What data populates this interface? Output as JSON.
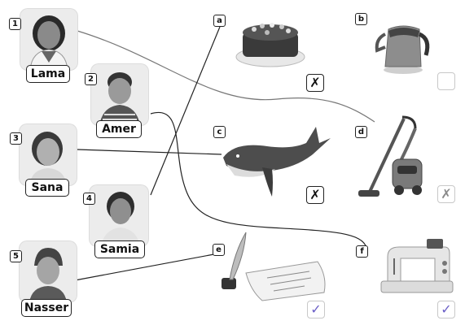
{
  "people": [
    {
      "number": "1",
      "name": "Lama"
    },
    {
      "number": "2",
      "name": "Amer"
    },
    {
      "number": "3",
      "name": "Sana"
    },
    {
      "number": "4",
      "name": "Samia"
    },
    {
      "number": "5",
      "name": "Nasser"
    }
  ],
  "pictures": [
    {
      "letter": "a",
      "object": "cake",
      "mark": "✗"
    },
    {
      "letter": "b",
      "object": "kettle",
      "mark": ""
    },
    {
      "letter": "c",
      "object": "whale",
      "mark": "✗"
    },
    {
      "letter": "d",
      "object": "vacuum-cleaner",
      "mark": "✗"
    },
    {
      "letter": "e",
      "object": "quill-and-letter",
      "mark": "✓"
    },
    {
      "letter": "f",
      "object": "sewing-machine",
      "mark": "✓"
    }
  ],
  "colors": {
    "tick": "#6b5fc7",
    "line": "#222222"
  }
}
